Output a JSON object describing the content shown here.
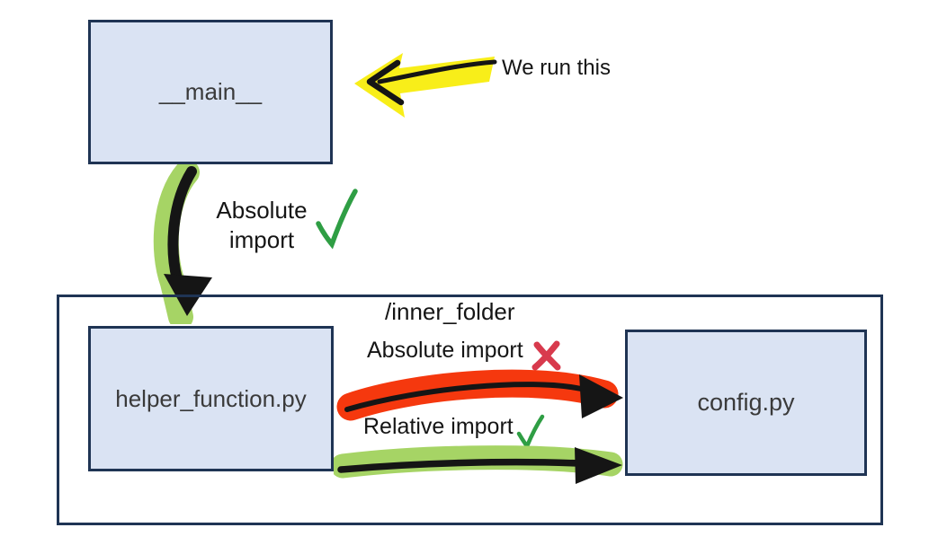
{
  "boxes": {
    "main": {
      "label": "__main__"
    },
    "helper": {
      "label": "helper_function.py"
    },
    "config": {
      "label": "config.py"
    }
  },
  "folder": {
    "label": "/inner_folder"
  },
  "annotations": {
    "run_this": "We run this",
    "absolute_down_line1": "Absolute",
    "absolute_down_line2": "import",
    "absolute_right": "Absolute import",
    "relative_right": "Relative import"
  },
  "icons": {
    "run_pointer": "left-arrow-icon",
    "absolute_down_arrow": "curved-down-arrow-icon",
    "absolute_right_arrow": "right-arrow-icon",
    "relative_right_arrow": "right-arrow-icon",
    "absolute_down_status": "check-icon",
    "absolute_right_status": "cross-icon",
    "relative_right_status": "check-icon"
  },
  "colors": {
    "box_fill": "#dae3f3",
    "box_border": "#1f3454",
    "highlight_yellow": "#f8ee19",
    "highlight_green": "#a6d465",
    "highlight_red": "#f5380e",
    "check_green": "#2f9e44",
    "cross_red": "#d83a4d",
    "ink": "#151515",
    "label_text": "#3a3a3a"
  }
}
